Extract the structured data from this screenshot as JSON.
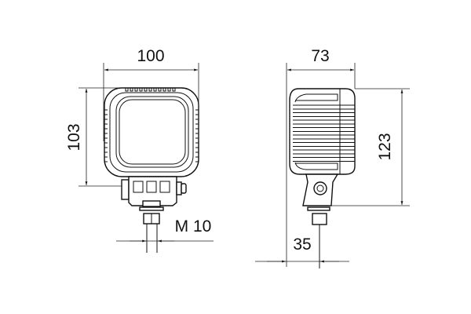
{
  "front_view": {
    "width_label": "100",
    "height_label": "103",
    "thread_label": "M 10"
  },
  "side_view": {
    "depth_label": "73",
    "height_label": "123",
    "offset_label": "35"
  },
  "colors": {
    "line": "#111111",
    "background": "#ffffff"
  }
}
